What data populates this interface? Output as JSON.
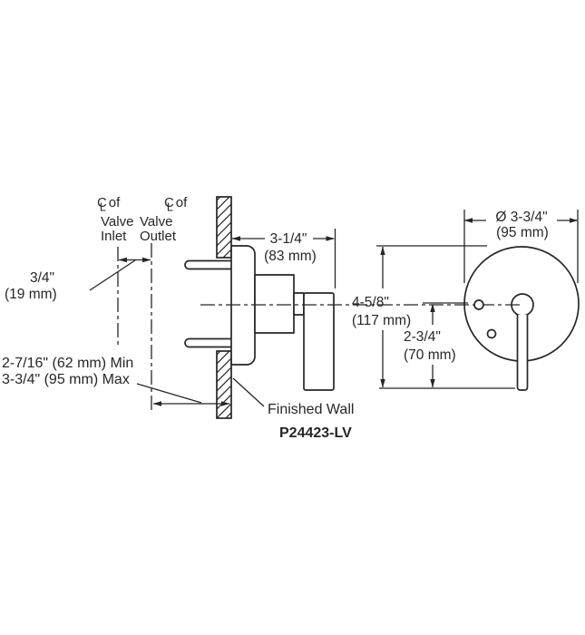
{
  "colors": {
    "line": "#262626",
    "background": "#ffffff"
  },
  "centerline_symbol": {
    "c": "C",
    "l": "L"
  },
  "labels": {
    "inlet": {
      "of": "of",
      "line2": "Valve",
      "line3": "Inlet"
    },
    "outlet": {
      "of": "of",
      "line2": "Valve",
      "line3": "Outlet"
    },
    "finished_wall": "Finished Wall",
    "part_number": "P24423-LV"
  },
  "dimensions": {
    "inlet_outlet_offset": {
      "value": "3/4\"",
      "metric": "(19 mm)"
    },
    "rough_in": {
      "min": "2-7/16\" (62 mm) Min",
      "max": "3-3/4\" (95 mm) Max"
    },
    "wall_to_handle": {
      "value": "3-1/4\"",
      "metric": "(83 mm)"
    },
    "overall_height": {
      "value": "4-5/8\"",
      "metric": "(117 mm)"
    },
    "center_to_handle_end": {
      "value": "2-3/4\"",
      "metric": "(70 mm)"
    },
    "faceplate_diameter": {
      "value": "Ø 3-3/4\"",
      "metric": "(95 mm)"
    }
  }
}
